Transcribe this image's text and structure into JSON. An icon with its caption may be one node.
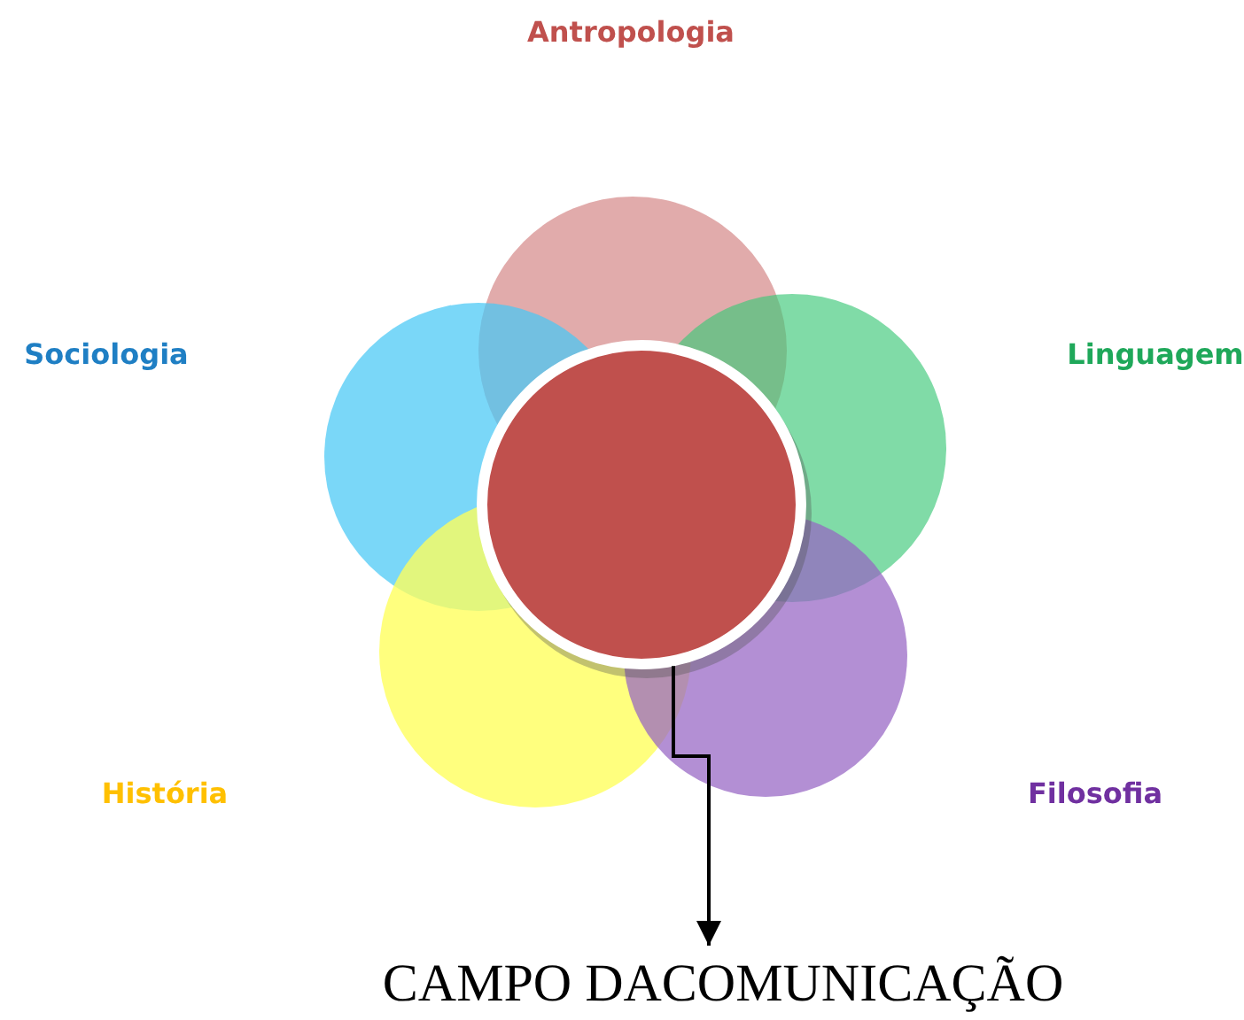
{
  "diagram": {
    "nodes": [
      {
        "text": [],
        "shape": "circle"
      },
      {
        "text": [
          "CAMPO DACOMUNICAÇÃO"
        ]
      }
    ],
    "edges": [
      {
        "from": 0,
        "to": 1,
        "arrow": "to"
      }
    ],
    "labels": [
      "Antropologia",
      "Sociologia",
      "Linguagem",
      "História",
      "Filosofia"
    ]
  }
}
